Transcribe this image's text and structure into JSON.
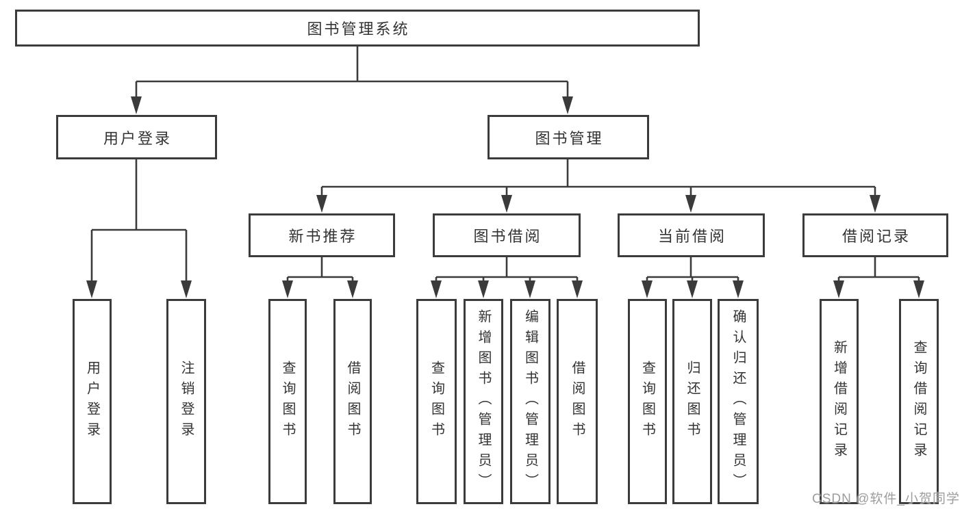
{
  "diagram": {
    "root": {
      "label": "图书管理系统"
    },
    "level2": [
      {
        "label": "用户登录"
      },
      {
        "label": "图书管理"
      }
    ],
    "level3": [
      {
        "label": "新书推荐"
      },
      {
        "label": "图书借阅"
      },
      {
        "label": "当前借阅"
      },
      {
        "label": "借阅记录"
      }
    ],
    "leaves": {
      "user_login": [
        "用户登录",
        "注销登录"
      ],
      "new_book_recommend": [
        "查询图书",
        "借阅图书"
      ],
      "book_borrow": [
        "查询图书",
        "新增图书（管理员）",
        "编辑图书（管理员）",
        "借阅图书"
      ],
      "current_borrow": [
        "查询图书",
        "归还图书",
        "确认归还（管理员）"
      ],
      "borrow_records": [
        "新增借阅记录",
        "查询借阅记录"
      ]
    },
    "colors": {
      "line": "#3b3b3b",
      "border": "#3b3b3b",
      "text": "#333333",
      "background": "#ffffff",
      "watermark": "#989898"
    }
  },
  "watermark": {
    "text": "CSDN @软件_小贺同学"
  }
}
